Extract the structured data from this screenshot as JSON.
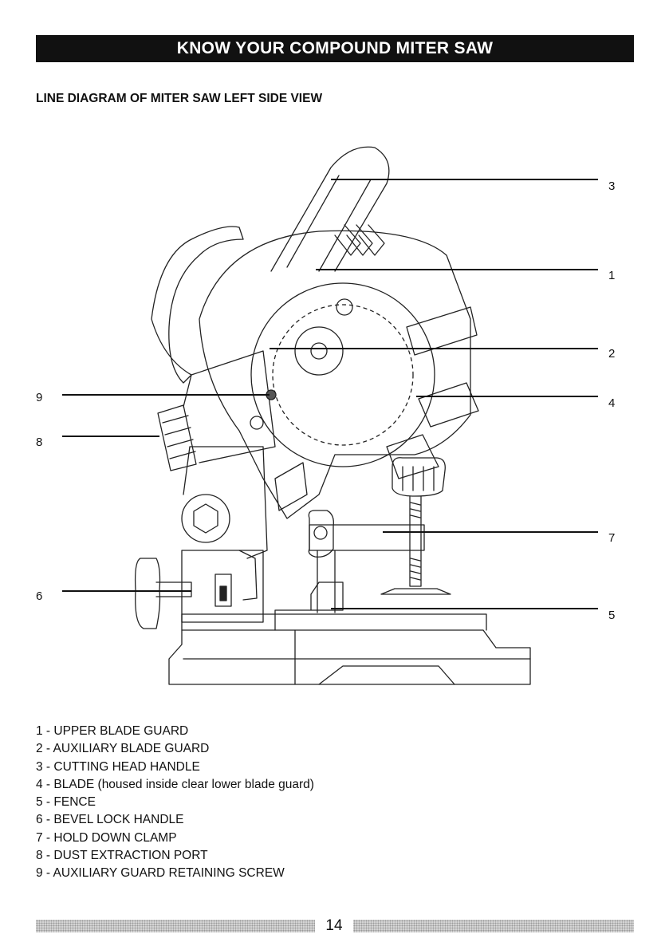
{
  "header": {
    "title": "KNOW YOUR COMPOUND MITER SAW"
  },
  "section": {
    "title": "LINE DIAGRAM OF MITER SAW LEFT SIDE VIEW"
  },
  "callouts": {
    "c1": "1",
    "c2": "2",
    "c3": "3",
    "c4": "4",
    "c5": "5",
    "c6": "6",
    "c7": "7",
    "c8": "8",
    "c9": "9"
  },
  "legend": [
    "1 - UPPER BLADE GUARD",
    "2 - AUXILIARY BLADE GUARD",
    "3 - CUTTING HEAD HANDLE",
    "4 - BLADE (housed inside clear lower blade guard)",
    "5 - FENCE",
    "6 - BEVEL LOCK HANDLE",
    "7 - HOLD DOWN CLAMP",
    "8 - DUST EXTRACTION PORT",
    "9 - AUXILIARY GUARD RETAINING SCREW"
  ],
  "footer": {
    "page_number": "14"
  }
}
